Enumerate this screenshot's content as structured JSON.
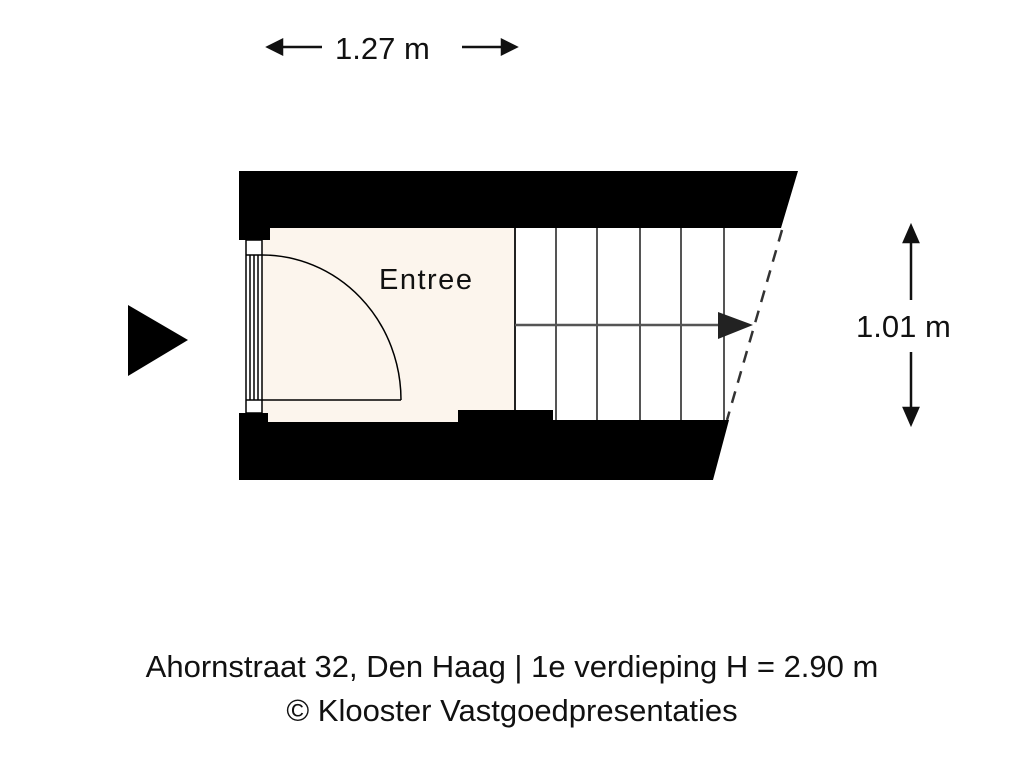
{
  "room": {
    "name": "Entree",
    "fill_color": "#fcf5ed"
  },
  "dimensions": {
    "width": "1.27 m",
    "depth": "1.01 m"
  },
  "footer": {
    "line1": "Ahornstraat 32, Den Haag | 1e verdieping H = 2.90 m",
    "line2": "© Klooster Vastgoedpresentaties"
  },
  "stairs": {
    "step_count": 6
  }
}
